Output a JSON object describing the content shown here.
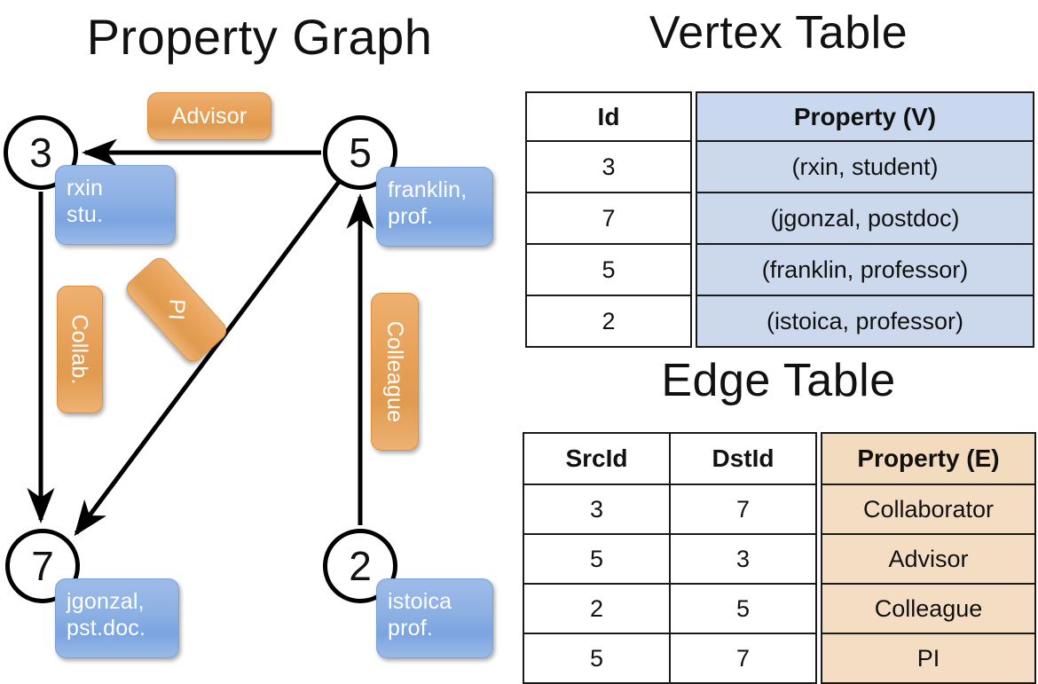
{
  "titles": {
    "property_graph": "Property Graph",
    "vertex_table": "Vertex Table",
    "edge_table": "Edge Table"
  },
  "graph": {
    "nodes": [
      {
        "id": "3",
        "label": "3",
        "property_lines": [
          "rxin",
          "stu."
        ]
      },
      {
        "id": "5",
        "label": "5",
        "property_lines": [
          "franklin,",
          "prof."
        ]
      },
      {
        "id": "7",
        "label": "7",
        "property_lines": [
          "jgonzal,",
          "pst.doc."
        ]
      },
      {
        "id": "2",
        "label": "2",
        "property_lines": [
          "istoica",
          "prof."
        ]
      }
    ],
    "vertex_boxes": {
      "rxin": {
        "line1": "rxin",
        "line2": "stu."
      },
      "franklin": {
        "line1": "franklin,",
        "line2": "prof."
      },
      "jgonzal": {
        "line1": "jgonzal,",
        "line2": "pst.doc."
      },
      "istoica": {
        "line1": "istoica",
        "line2": "prof."
      }
    },
    "edge_labels": {
      "advisor": "Advisor",
      "collab": "Collab.",
      "pi": "PI",
      "colleague": "Colleague"
    },
    "edges": [
      {
        "src": "5",
        "dst": "3",
        "label": "Advisor"
      },
      {
        "src": "3",
        "dst": "7",
        "label": "Collab."
      },
      {
        "src": "5",
        "dst": "7",
        "label": "PI"
      },
      {
        "src": "2",
        "dst": "5",
        "label": "Colleague"
      }
    ]
  },
  "vertex_table": {
    "headers": [
      "Id",
      "Property (V)"
    ],
    "rows": [
      {
        "id": "3",
        "property": "(rxin, student)"
      },
      {
        "id": "7",
        "property": "(jgonzal, postdoc)"
      },
      {
        "id": "5",
        "property": "(franklin, professor)"
      },
      {
        "id": "2",
        "property": "(istoica, professor)"
      }
    ]
  },
  "edge_table": {
    "headers": [
      "SrcId",
      "DstId",
      "Property (E)"
    ],
    "rows": [
      {
        "src": "3",
        "dst": "7",
        "property": "Collaborator"
      },
      {
        "src": "5",
        "dst": "3",
        "property": "Advisor"
      },
      {
        "src": "2",
        "dst": "5",
        "property": "Colleague"
      },
      {
        "src": "5",
        "dst": "7",
        "property": "PI"
      }
    ]
  },
  "colors": {
    "vertex_box": "#8cb0e4",
    "edge_box": "#e8a158",
    "vertex_table_fill": "#ccd9ec",
    "edge_table_fill": "#f5ddc3",
    "stroke": "#000000"
  }
}
